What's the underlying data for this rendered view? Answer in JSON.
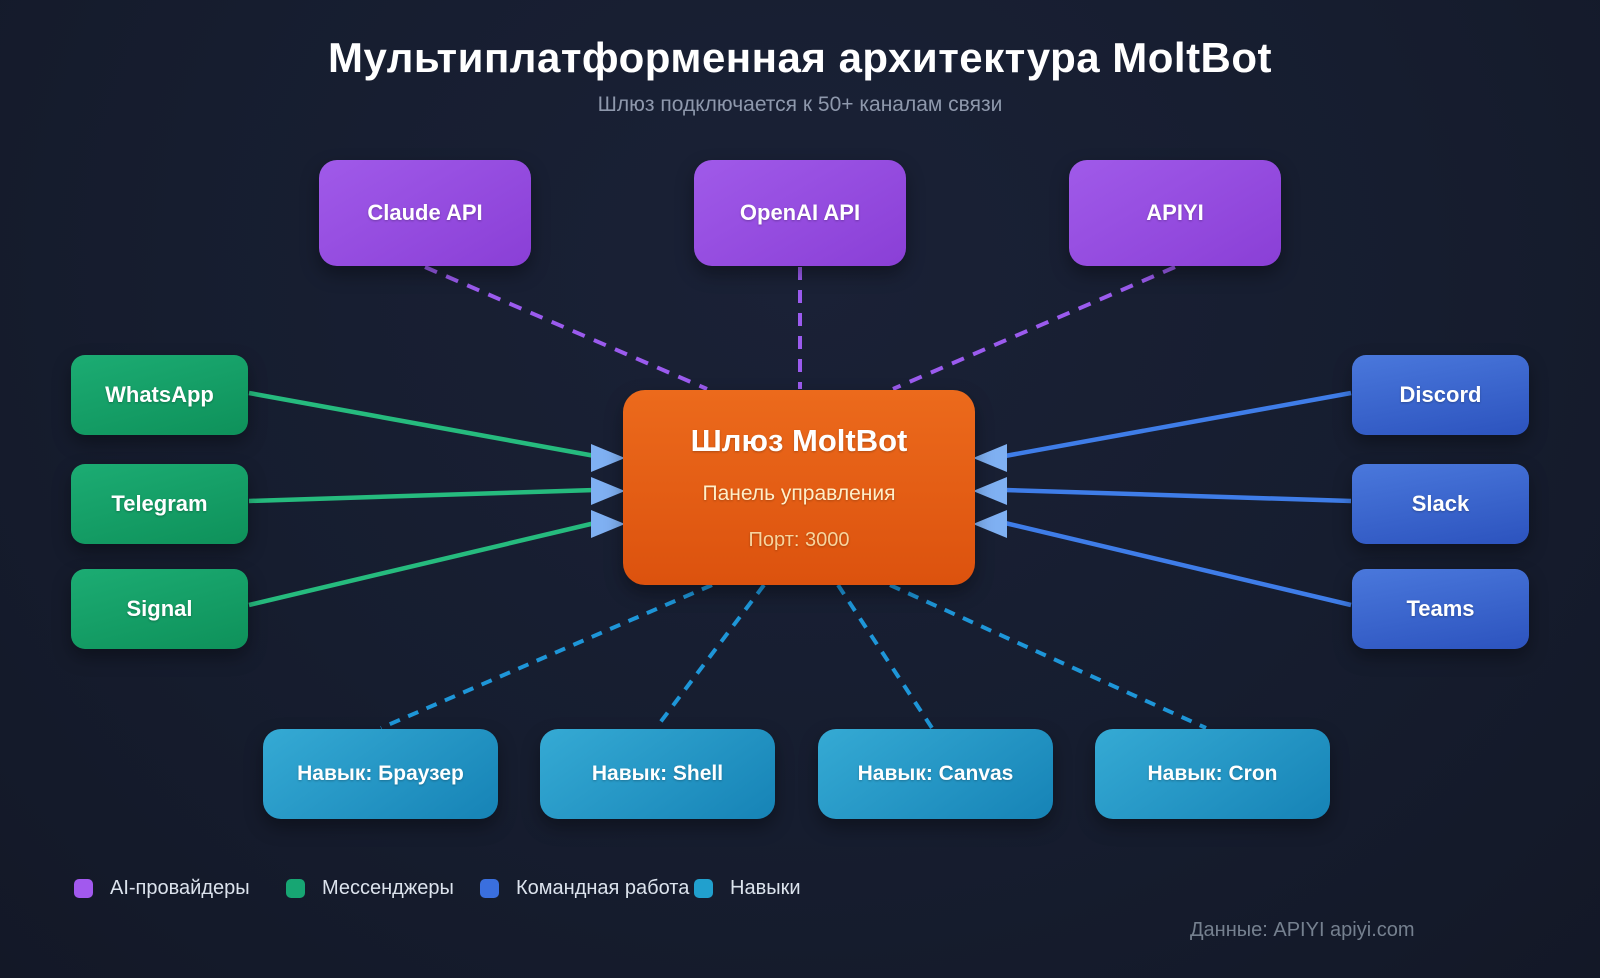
{
  "header": {
    "title": "Мультиплатформенная архитектура MoltBot",
    "subtitle": "Шлюз подключается к 50+ каналам связи"
  },
  "center": {
    "title": "Шлюз MoltBot",
    "subtitle": "Панель управления",
    "port": "Порт: 3000"
  },
  "nodes": {
    "ai_providers": [
      {
        "label": "Claude API"
      },
      {
        "label": "OpenAI API"
      },
      {
        "label": "APIYI"
      }
    ],
    "messengers": [
      {
        "label": "WhatsApp"
      },
      {
        "label": "Telegram"
      },
      {
        "label": "Signal"
      }
    ],
    "teamwork": [
      {
        "label": "Discord"
      },
      {
        "label": "Slack"
      },
      {
        "label": "Teams"
      }
    ],
    "skills": [
      {
        "label": "Навык: Браузер"
      },
      {
        "label": "Навык: Shell"
      },
      {
        "label": "Навык: Canvas"
      },
      {
        "label": "Навык: Cron"
      }
    ]
  },
  "legend": {
    "items": [
      {
        "label": "AI-провайдеры",
        "color": "#a259ee"
      },
      {
        "label": "Мессенджеры",
        "color": "#17a673"
      },
      {
        "label": "Командная работа",
        "color": "#3a6fde"
      },
      {
        "label": "Навыки",
        "color": "#21a0ce"
      }
    ]
  },
  "attribution": "Данные: APIYI apiyi.com",
  "colors": {
    "background": "#161d2f",
    "node_purple": "#9a4fe0",
    "node_green": "#16a066",
    "node_blue": "#3b66cf",
    "node_cyan": "#2596c5",
    "center_orange": "#e4601a",
    "line_purple": "#9b5bee",
    "line_green": "#26bb7e",
    "line_blue": "#3f7de8",
    "line_cyan": "#1e96d8",
    "arrowhead": "#7fb0f2"
  }
}
